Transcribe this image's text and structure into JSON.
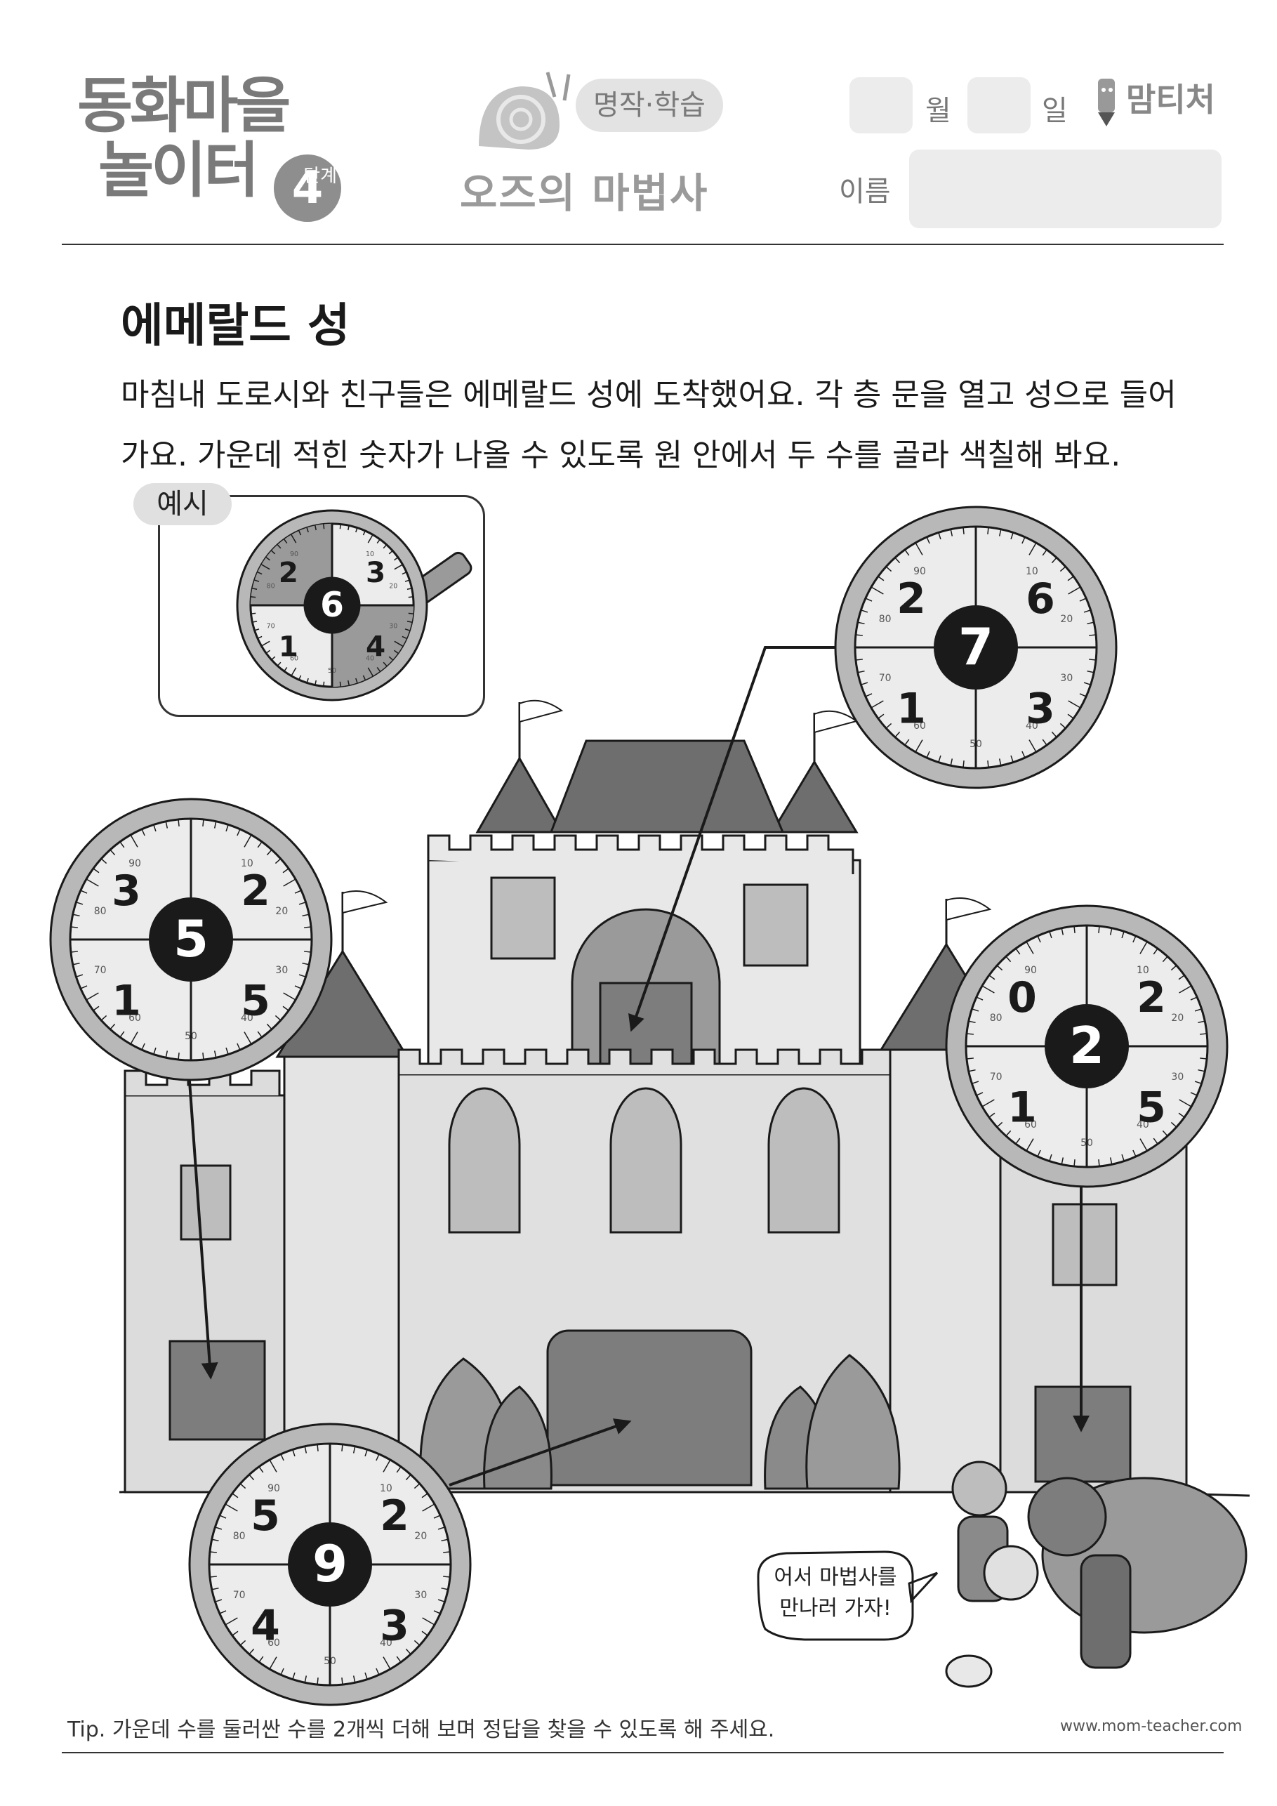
{
  "header": {
    "logo_line1": "동화마을",
    "logo_line2": "놀이터",
    "level_number": "4",
    "level_unit": "단계",
    "subject_tag": "명작·학습",
    "story_title": "오즈의 마법사",
    "month_label": "월",
    "day_label": "일",
    "brand": "맘티처",
    "name_label": "이름"
  },
  "worksheet": {
    "title": "에메랄드 성",
    "instruction_line1": "마침내 도로시와 친구들은 에메랄드 성에 도착했어요. 각 층 문을 열고 성으로 들어",
    "instruction_line2": "가요. 가운데 적힌 숫자가 나올 수 있도록 원 안에서 두 수를 골라 색칠해 봐요.",
    "example_tag": "예시",
    "speech_line1": "어서 마법사를",
    "speech_line2": "만나러 가자!",
    "tip": "Tip. 가운데 수를 둘러싼 수를 2개씩 더해 보며 정답을 찾을 수 있도록 해 주세요.",
    "url": "www.mom-teacher.com"
  },
  "dial_marks": [
    "10",
    "20",
    "30",
    "40",
    "50",
    "60",
    "70",
    "80",
    "90"
  ],
  "dials": {
    "example": {
      "center": "6",
      "tl": "2",
      "tr": "3",
      "bl": "1",
      "br": "4"
    },
    "top": {
      "center": "7",
      "tl": "2",
      "tr": "6",
      "bl": "1",
      "br": "3"
    },
    "left": {
      "center": "5",
      "tl": "3",
      "tr": "2",
      "bl": "1",
      "br": "5"
    },
    "right": {
      "center": "2",
      "tl": "0",
      "tr": "2",
      "bl": "1",
      "br": "5"
    },
    "bottom": {
      "center": "9",
      "tl": "5",
      "tr": "2",
      "bl": "4",
      "br": "3"
    }
  },
  "colors": {
    "dark": "#1a1a1a",
    "gray_fill": "#9a9a9a",
    "light_fill": "#ececec",
    "castle_wall": "#dcdcdc",
    "castle_roof": "#6e6e6e",
    "door": "#7d7d7d"
  }
}
